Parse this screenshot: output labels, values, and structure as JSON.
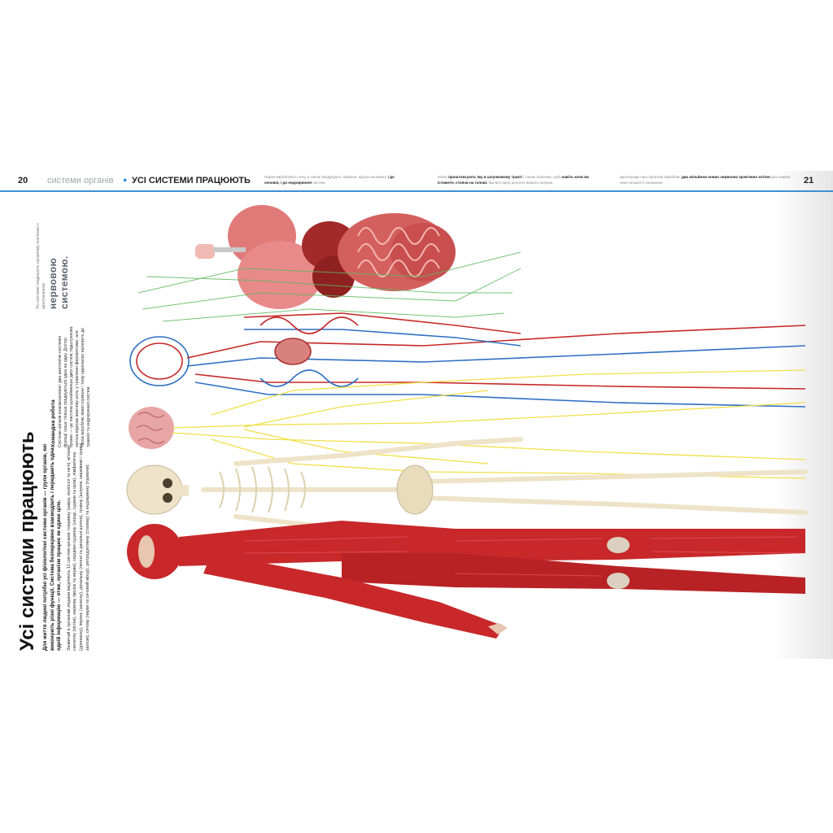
{
  "header": {
    "page_left": "20",
    "section": "системи органів",
    "chapter": "УСІ СИСТЕМИ ПРАЦЮЮТЬ",
    "page_right": "21"
  },
  "notes": [
    {
      "pre": "Нирки виробляють сечу, а також продукують гормони, відтак належать ",
      "bold": "і до сечової, і до ендокринної",
      "post": " систем."
    },
    {
      "pre": "М'язи ",
      "bold": "проштовхують їжу в шлунковому тракті",
      "mid": " і також скоюємо, щоб ",
      "bold2": "навіть коли ви їстимете, стоячи на голові.",
      "post": " Їжа вся одно досягне вашого шлунка."
    },
    {
      "pre": "Щосекунди наш організм виробляє ",
      "bold": "два мільйони нових червоних кров'яних клітин",
      "post": " для заміни своєї кількості зношених."
    }
  ],
  "main": {
    "title": "Усі системи працюють",
    "lead": "Для життя людині потрібні усі фізіологічні системи органів — групи органів, які виконують різні функції. Система безперервно взаємодіють і передають одна одній інформацію — отже, організм працює як єдине ціле.",
    "body": "Зазвичай в організмі людини виділяють 12 систем органів: покривну (шкіра, волосся та нігті), м'язову, скелетну (кістки), нервову (мозок та нерви), серцево-судинну (серце, судини та кров), лімфатичну (дренажну), імунну (захисну), дихальну (легені та дихальні шляхи), травну (шлунок, кишківник і травні залози), сечову (нирки та сечовий міхур), репродуктивну (статеву) та ендокринну (гормони)."
  },
  "box": {
    "title": "Командна робота",
    "text": "Системи органів взаємозалежні: два анатомічні системні функції лише тісніше поєднуються одна на одну. Доктор органи — це частина щонайменше двох систем, підшлункова залоза відіграє важливу роль у травленні ферментами, але також виробляє певні гормони і тому одночасно належить до травної та ендокринної систем."
  },
  "quote": {
    "small": "Усі системи людського організму пов'язані з центральною",
    "big": "нервовою системою."
  },
  "colors": {
    "accent": "#3d8fd0",
    "muscle": "#c8282a",
    "bone": "#eee3c8",
    "nerve": "#f2e04a",
    "artery": "#c62828",
    "vein": "#2f6fc4",
    "lymph": "#5cb85c",
    "organ": "#d4605e"
  },
  "illustration": {
    "systems": [
      "muscle-system",
      "skeletal-system",
      "nervous-system",
      "circulatory-system",
      "lymphatic-system",
      "digestive-respiratory-system"
    ]
  }
}
